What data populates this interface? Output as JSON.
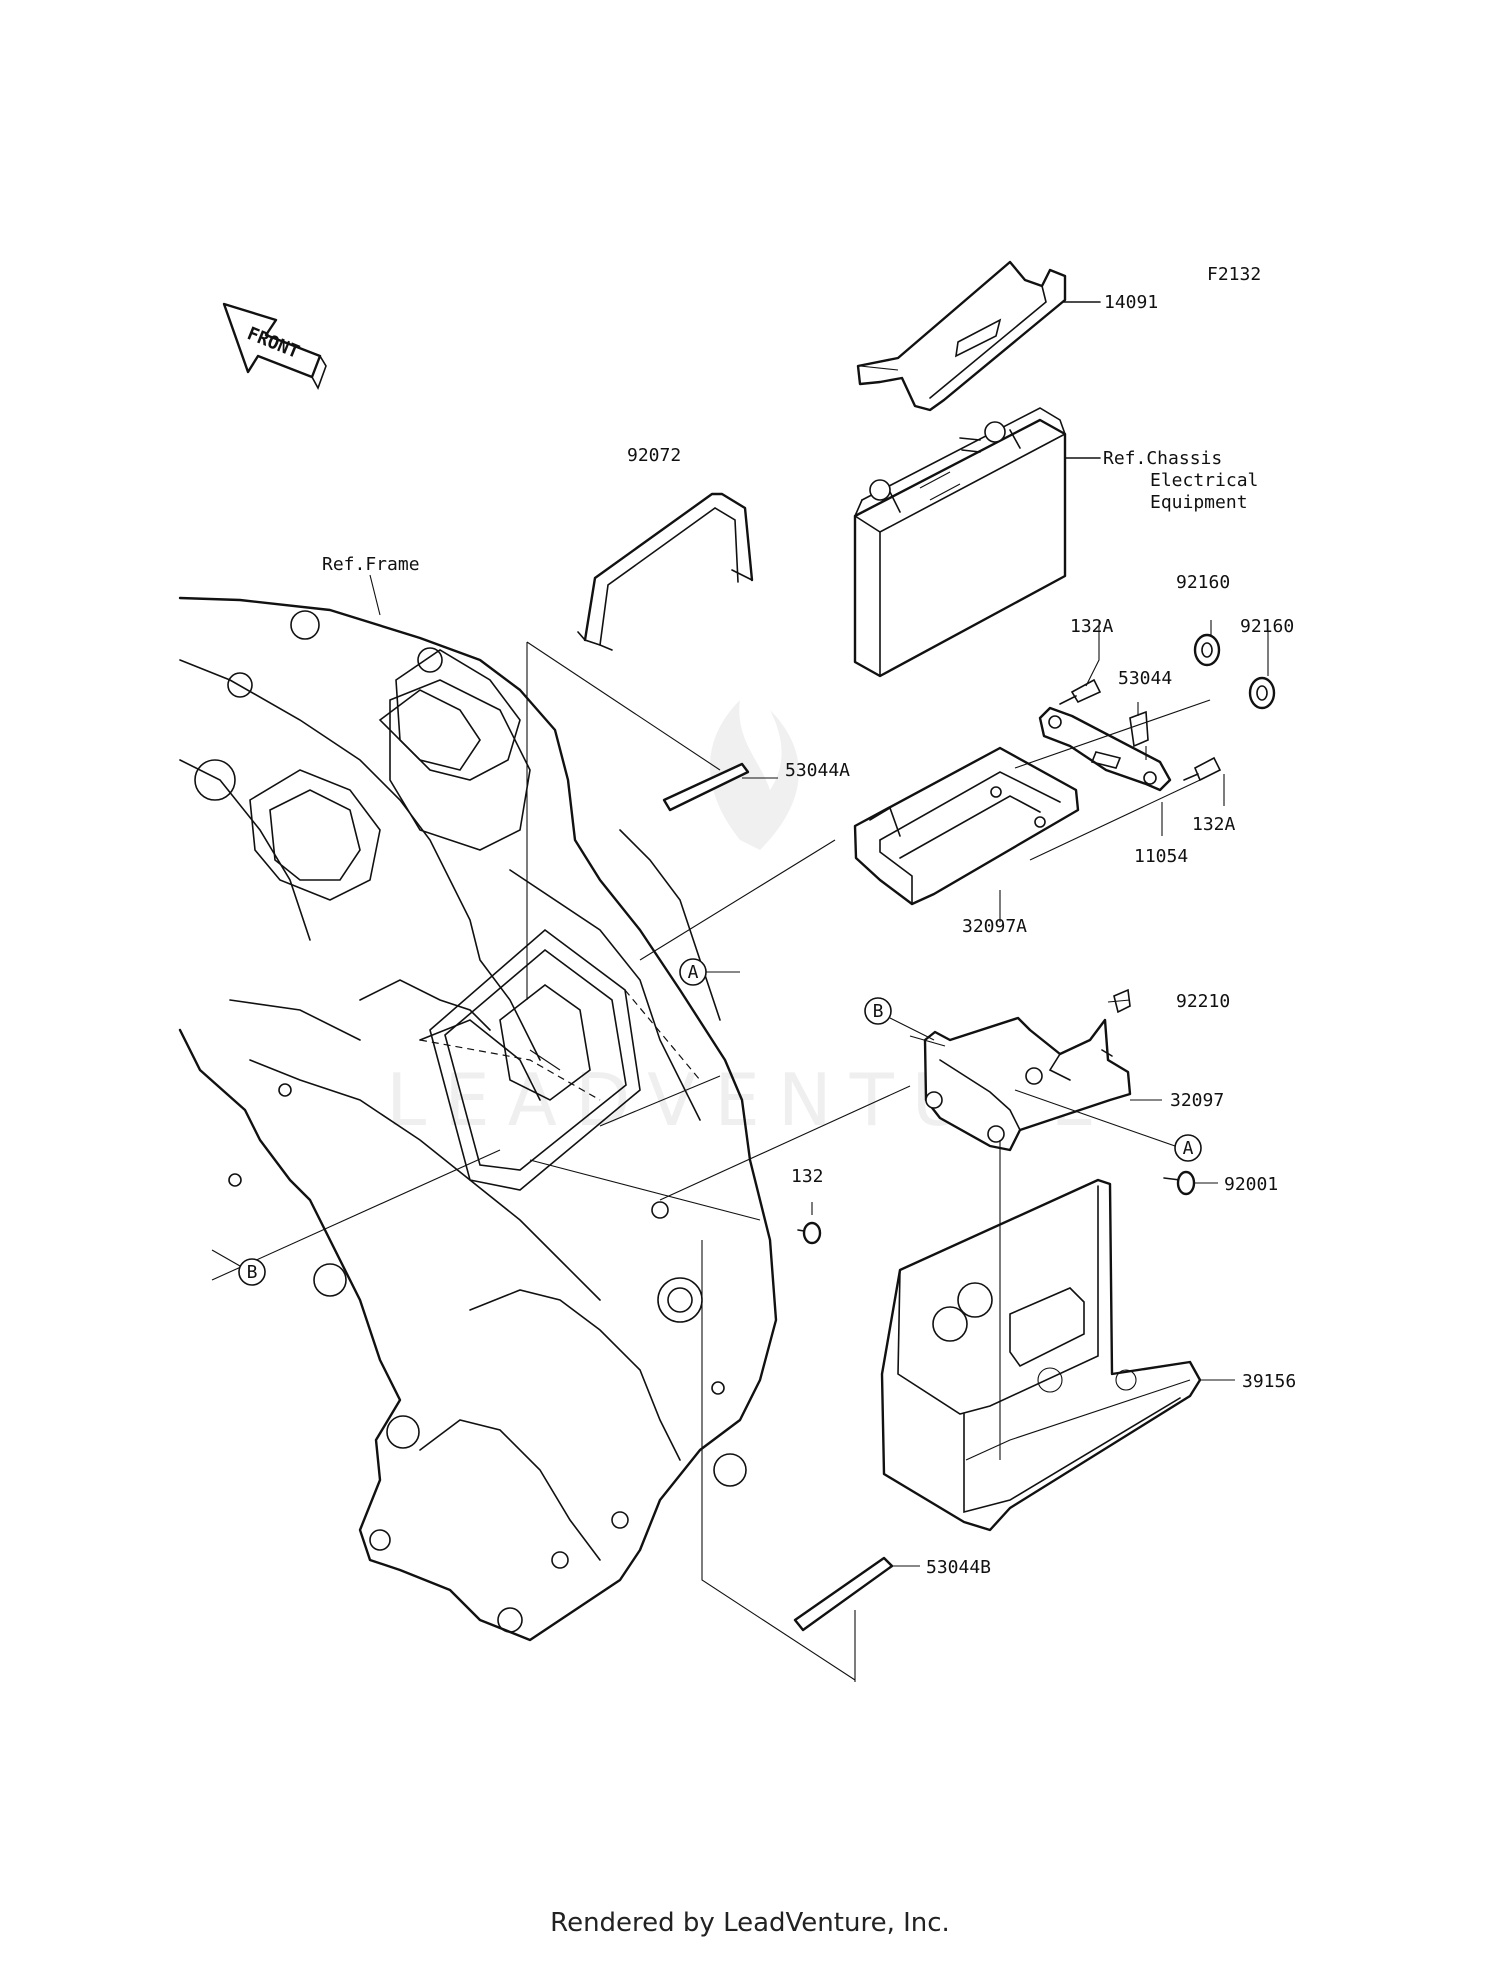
{
  "diagram_code": "F2132",
  "front_label": "FRONT",
  "parts": {
    "p14091": "14091",
    "p92072": "92072",
    "ref_chassis_line1": "Ref.Chassis",
    "ref_chassis_line2": "Electrical",
    "ref_chassis_line3": "Equipment",
    "ref_frame": "Ref.Frame",
    "p92160_a": "92160",
    "p92160_b": "92160",
    "p132A_top": "132A",
    "p53044": "53044",
    "p53044A": "53044A",
    "p132A_bottom": "132A",
    "p11054": "11054",
    "p32097A": "32097A",
    "p92210": "92210",
    "p32097": "32097",
    "p92001": "92001",
    "p132": "132",
    "p39156": "39156",
    "p53044B": "53044B"
  },
  "callouts": {
    "a_frame": "A",
    "a_bracket": "A",
    "b_frame": "B",
    "b_bracket": "B"
  },
  "watermark_text": "LEADVENTURE",
  "footer": "Rendered by LeadVenture, Inc."
}
